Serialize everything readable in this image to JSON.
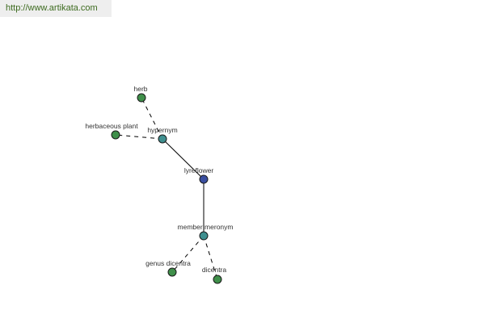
{
  "site": {
    "url": "http://www.artikata.com"
  },
  "colors": {
    "center": "#3a4fa0",
    "relation": "#3f8f8f",
    "term": "#3f8f4a",
    "edge": "#000000",
    "url_text": "#3d6b1f"
  },
  "graph": {
    "nodes": [
      {
        "id": "lyreflower",
        "label": "lyreflower",
        "kind": "center"
      },
      {
        "id": "hypernym",
        "label": "hypernym",
        "kind": "relation"
      },
      {
        "id": "member_meronym",
        "label": "member meronym",
        "kind": "relation"
      },
      {
        "id": "herb",
        "label": "herb",
        "kind": "term"
      },
      {
        "id": "herbaceous_plant",
        "label": "herbaceous plant",
        "kind": "term"
      },
      {
        "id": "genus_dicentra",
        "label": "genus dicentra",
        "kind": "term"
      },
      {
        "id": "dicentra",
        "label": "dicentra",
        "kind": "term"
      }
    ],
    "edges": [
      {
        "from": "lyreflower",
        "to": "hypernym",
        "style": "solid"
      },
      {
        "from": "lyreflower",
        "to": "member_meronym",
        "style": "solid"
      },
      {
        "from": "hypernym",
        "to": "herb",
        "style": "dashed"
      },
      {
        "from": "hypernym",
        "to": "herbaceous_plant",
        "style": "dashed"
      },
      {
        "from": "member_meronym",
        "to": "genus_dicentra",
        "style": "dashed"
      },
      {
        "from": "member_meronym",
        "to": "dicentra",
        "style": "dashed"
      }
    ]
  }
}
